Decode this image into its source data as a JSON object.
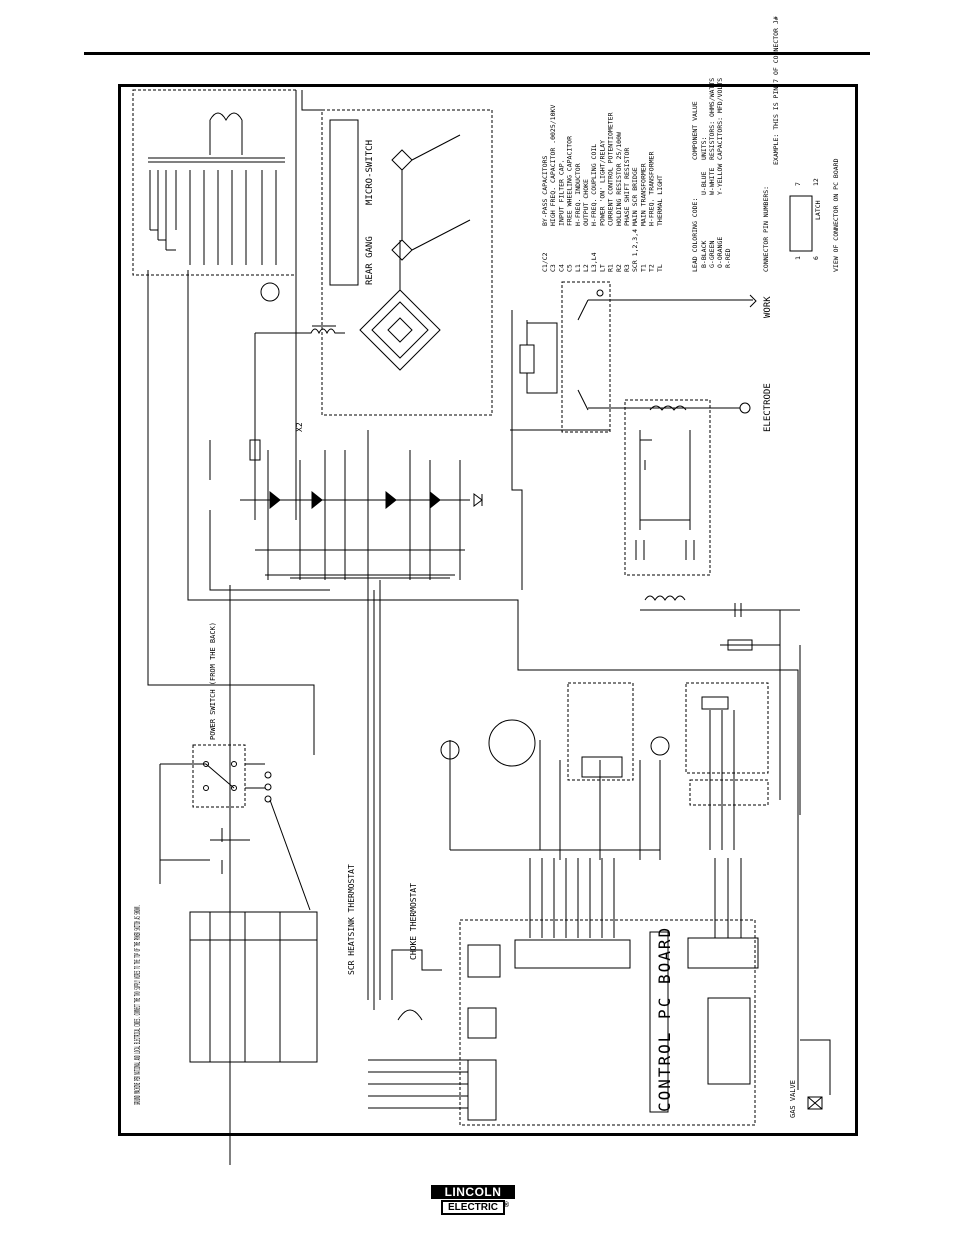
{
  "legend": {
    "components": [
      "BY-PASS CAPACITORS",
      "HIGH FREQ. CAPACITOR .0025/10KV",
      "INPUT FILTER CAP.",
      "FREE WHEELING CAPACITOR",
      "H-FREQ. INDUCTOR",
      "OUTPUT CHOKE",
      "H-FREQ. COUPLING COIL",
      "POWER 'ON' LIGHT/RELAY",
      "CURRENT CONTROL POTENTIOMETER",
      "HOLDING RESISTOR 25/100W",
      "PHASE SHIFT RESISTOR",
      "MAIN SCR BRIDGE",
      "MAIN TRANSFORMER",
      "H-FREQ. TRANSFORMER",
      "THERMAL LIGHT"
    ],
    "codes": [
      "C1/C2",
      "C3",
      "C4",
      "C5",
      "L1",
      "L2",
      "L3,L4",
      "LT",
      "R1",
      "R2",
      "R3",
      "SCR 1,2,3,4",
      "T1",
      "T2",
      "TL"
    ],
    "lead_color_title": "LEAD COLORING CODE:",
    "lead_colors": [
      "B-BLACK",
      "G-GREEN",
      "O-ORANGE",
      "R-RED",
      "U-BLUE",
      "W-WHITE",
      "Y-YELLOW"
    ],
    "component_title": "COMPONENT VALUE",
    "component_units": [
      "UNITS:",
      "RESISTORS: OHMS/WATTS",
      "CAPACITORS: MFD/VOLTS"
    ],
    "connector_title": "CONNECTOR PIN NUMBERS:",
    "connector_example": "EXAMPLE: THIS IS PIN 7 OF CONNECTOR J#",
    "connector_pins": [
      "1",
      "7",
      "6",
      "12"
    ],
    "latch_label": "LATCH",
    "connector_view": "VIEW OF CONNECTOR ON PC BOARD"
  },
  "labels": {
    "work": "WORK",
    "electrode": "ELECTRODE",
    "microswitch": "MICRO-SWITCH",
    "rear_gang": "REAR GANG",
    "power_switch": "POWER SWITCH (FROM THE BACK)",
    "control_board": "CONTROL PC BOARD",
    "scr_heatsink": "SCR HEATSINK THERMOSTAT",
    "choke_thermostat": "CHOKE THERMOSTAT",
    "gas_valve": "GAS VALVE",
    "ground_note": "GROUND MACHINE PER NATIONAL AND LOCAL ELECTRICAL CODES. CONNECT THE TWO SUPPLY WIRES TO THE TOP OF THE POWER SWITCH AS SHOWN.",
    "x2": "X2"
  },
  "logo": {
    "top": "LINCOLN",
    "bottom": "ELECTRIC",
    "reg": "®"
  }
}
